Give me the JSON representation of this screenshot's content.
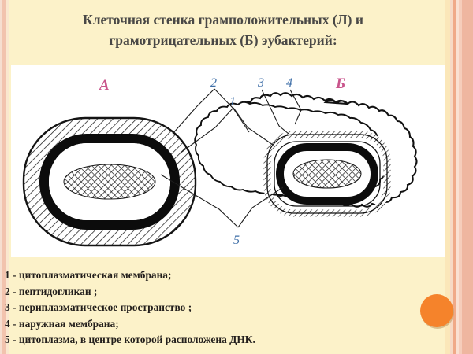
{
  "slide": {
    "background_color": "#fcf2c9",
    "panel_color": "#ffffff",
    "accent_dot_color": "#f5832b",
    "title_color": "#494846"
  },
  "title": {
    "line1": "Клеточная стенка  грамположительных (Л) и",
    "line2": "грамотрицательных (Б) эубактерий:"
  },
  "diagram": {
    "cell_a_label": "А",
    "cell_b_label": "Б",
    "label_color_cells": "#c9558c",
    "label_color_numbers": "#3f6fa8",
    "callouts": [
      {
        "id": "2",
        "text": "2"
      },
      {
        "id": "3",
        "text": "3"
      },
      {
        "id": "4",
        "text": "4"
      },
      {
        "id": "1",
        "text": "1"
      },
      {
        "id": "5",
        "text": "5"
      }
    ]
  },
  "legend": {
    "items": [
      "1 - цитоплазматическая мембрана;",
      "2 - пептидогликан ;",
      "3 - периплазматическое пространство ;",
      "4 - наружная мембрана;",
      "5 - цитоплазма, в центре которой расположена ДНК."
    ]
  }
}
